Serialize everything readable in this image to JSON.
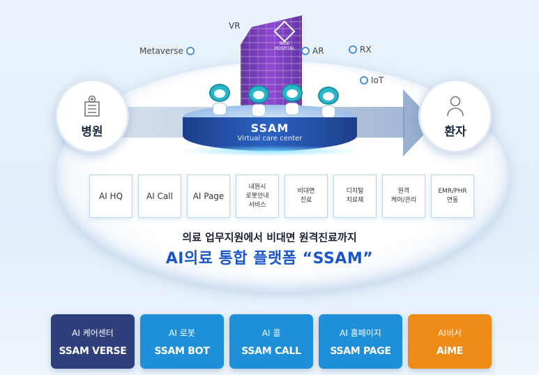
{
  "diagram": {
    "left_node": {
      "label": "병원",
      "icon": "hospital-icon"
    },
    "right_node": {
      "label": "환자",
      "icon": "person-icon"
    },
    "tech_pins": [
      "VR",
      "Metaverse",
      "AR",
      "RX",
      "IoT"
    ],
    "building_logo": {
      "line1": "WISE",
      "line2": "HOSPITAL"
    },
    "platform": {
      "title": "SSAM",
      "subtitle": "Virtual care center"
    },
    "services": [
      "AI HQ",
      "AI Call",
      "AI Page",
      "내원시\n로봇안내\n서비스",
      "비대면\n진료",
      "디지털\n치료제",
      "원격\n케어/관리",
      "EMR/PHR\n연동"
    ],
    "tagline_line1": "의료 업무지원에서 비대면 원격진료까지",
    "tagline_line2": "AI의료 통합 플랫폼 “SSAM”"
  },
  "product_cards": [
    {
      "kr": "AI 케어센터",
      "en": "SSAM VERSE",
      "color": "#2e3f7c"
    },
    {
      "kr": "AI 로봇",
      "en": "SSAM BOT",
      "color": "#1e8fd8"
    },
    {
      "kr": "AI 콜",
      "en": "SSAM CALL",
      "color": "#1e8fd8"
    },
    {
      "kr": "AI 홈페이지",
      "en": "SSAM PAGE",
      "color": "#1e8fd8"
    },
    {
      "kr": "AI비서",
      "en": "AiME",
      "color": "#ee8a16"
    }
  ]
}
